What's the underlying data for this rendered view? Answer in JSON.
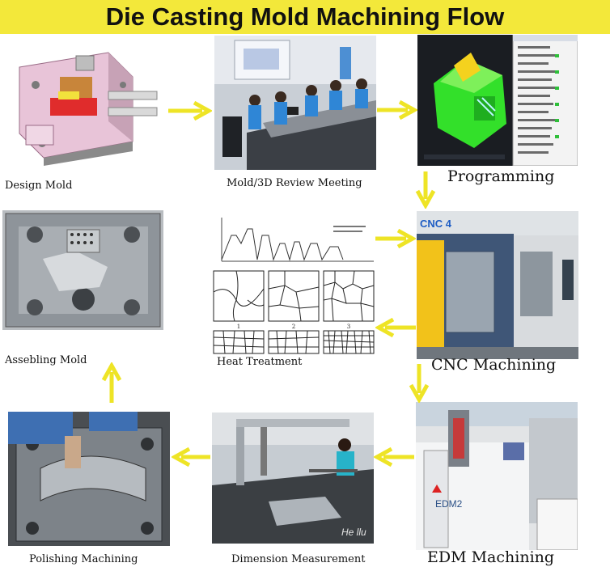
{
  "title": "Die Casting Mold Machining Flow",
  "accent_color": "#f3e83a",
  "arrow_color": "#eee426",
  "steps": [
    {
      "label": "Design Mold",
      "icon": "mold-cad-render"
    },
    {
      "label": "Mold/3D Review Meeting",
      "icon": "meeting-room-photo"
    },
    {
      "label": "Programming",
      "icon": "cam-software-screenshot"
    },
    {
      "label": "CNC Machining",
      "icon": "cnc-machine-photo",
      "machine_text": "CNC 4"
    },
    {
      "label": "Heat Treatment",
      "icon": "heat-treatment-chart"
    },
    {
      "label": "Assebling Mold",
      "icon": "assembled-mold-photo"
    },
    {
      "label": "EDM Machining",
      "icon": "edm-machine-photo",
      "machine_text": "EDM2"
    },
    {
      "label": "Dimension Measurement",
      "icon": "cmm-measurement-photo",
      "machine_text": "He llu"
    },
    {
      "label": "Polishing Machining",
      "icon": "polishing-photo"
    }
  ],
  "heat_chart": {
    "panel_numbers": [
      "1",
      "2",
      "3"
    ]
  }
}
